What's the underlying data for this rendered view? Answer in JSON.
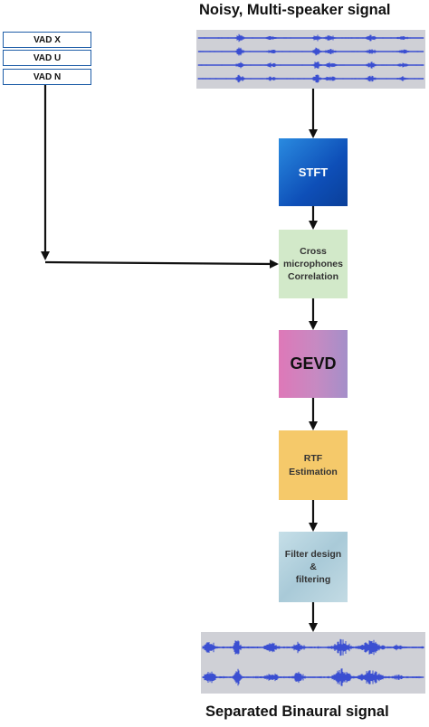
{
  "top_signal_label": "Noisy, Multi-speaker signal",
  "bottom_signal_label": "Separated Binaural signal",
  "vad_labels": [
    "VAD X",
    "VAD U",
    "VAD N"
  ],
  "blocks": {
    "stft": "STFT",
    "cross_correlation": "Cross\nmicrophones\nCorrelation",
    "gevd": "GEVD",
    "rtf_estimation": "RTF\nEstimation",
    "filter_design": "Filter design\n&\nfiltering"
  },
  "colors": {
    "waveform": "#3b4fd1",
    "waveform_panel": "#cfd0d6",
    "vad_border": "#1f5ea8",
    "stft": "#1c6cd1",
    "cross_correlation": "#d2e9c9",
    "gevd": "#c980bf",
    "rtf_estimation": "#f5c96a",
    "filter_design": "#b9d6e2"
  }
}
